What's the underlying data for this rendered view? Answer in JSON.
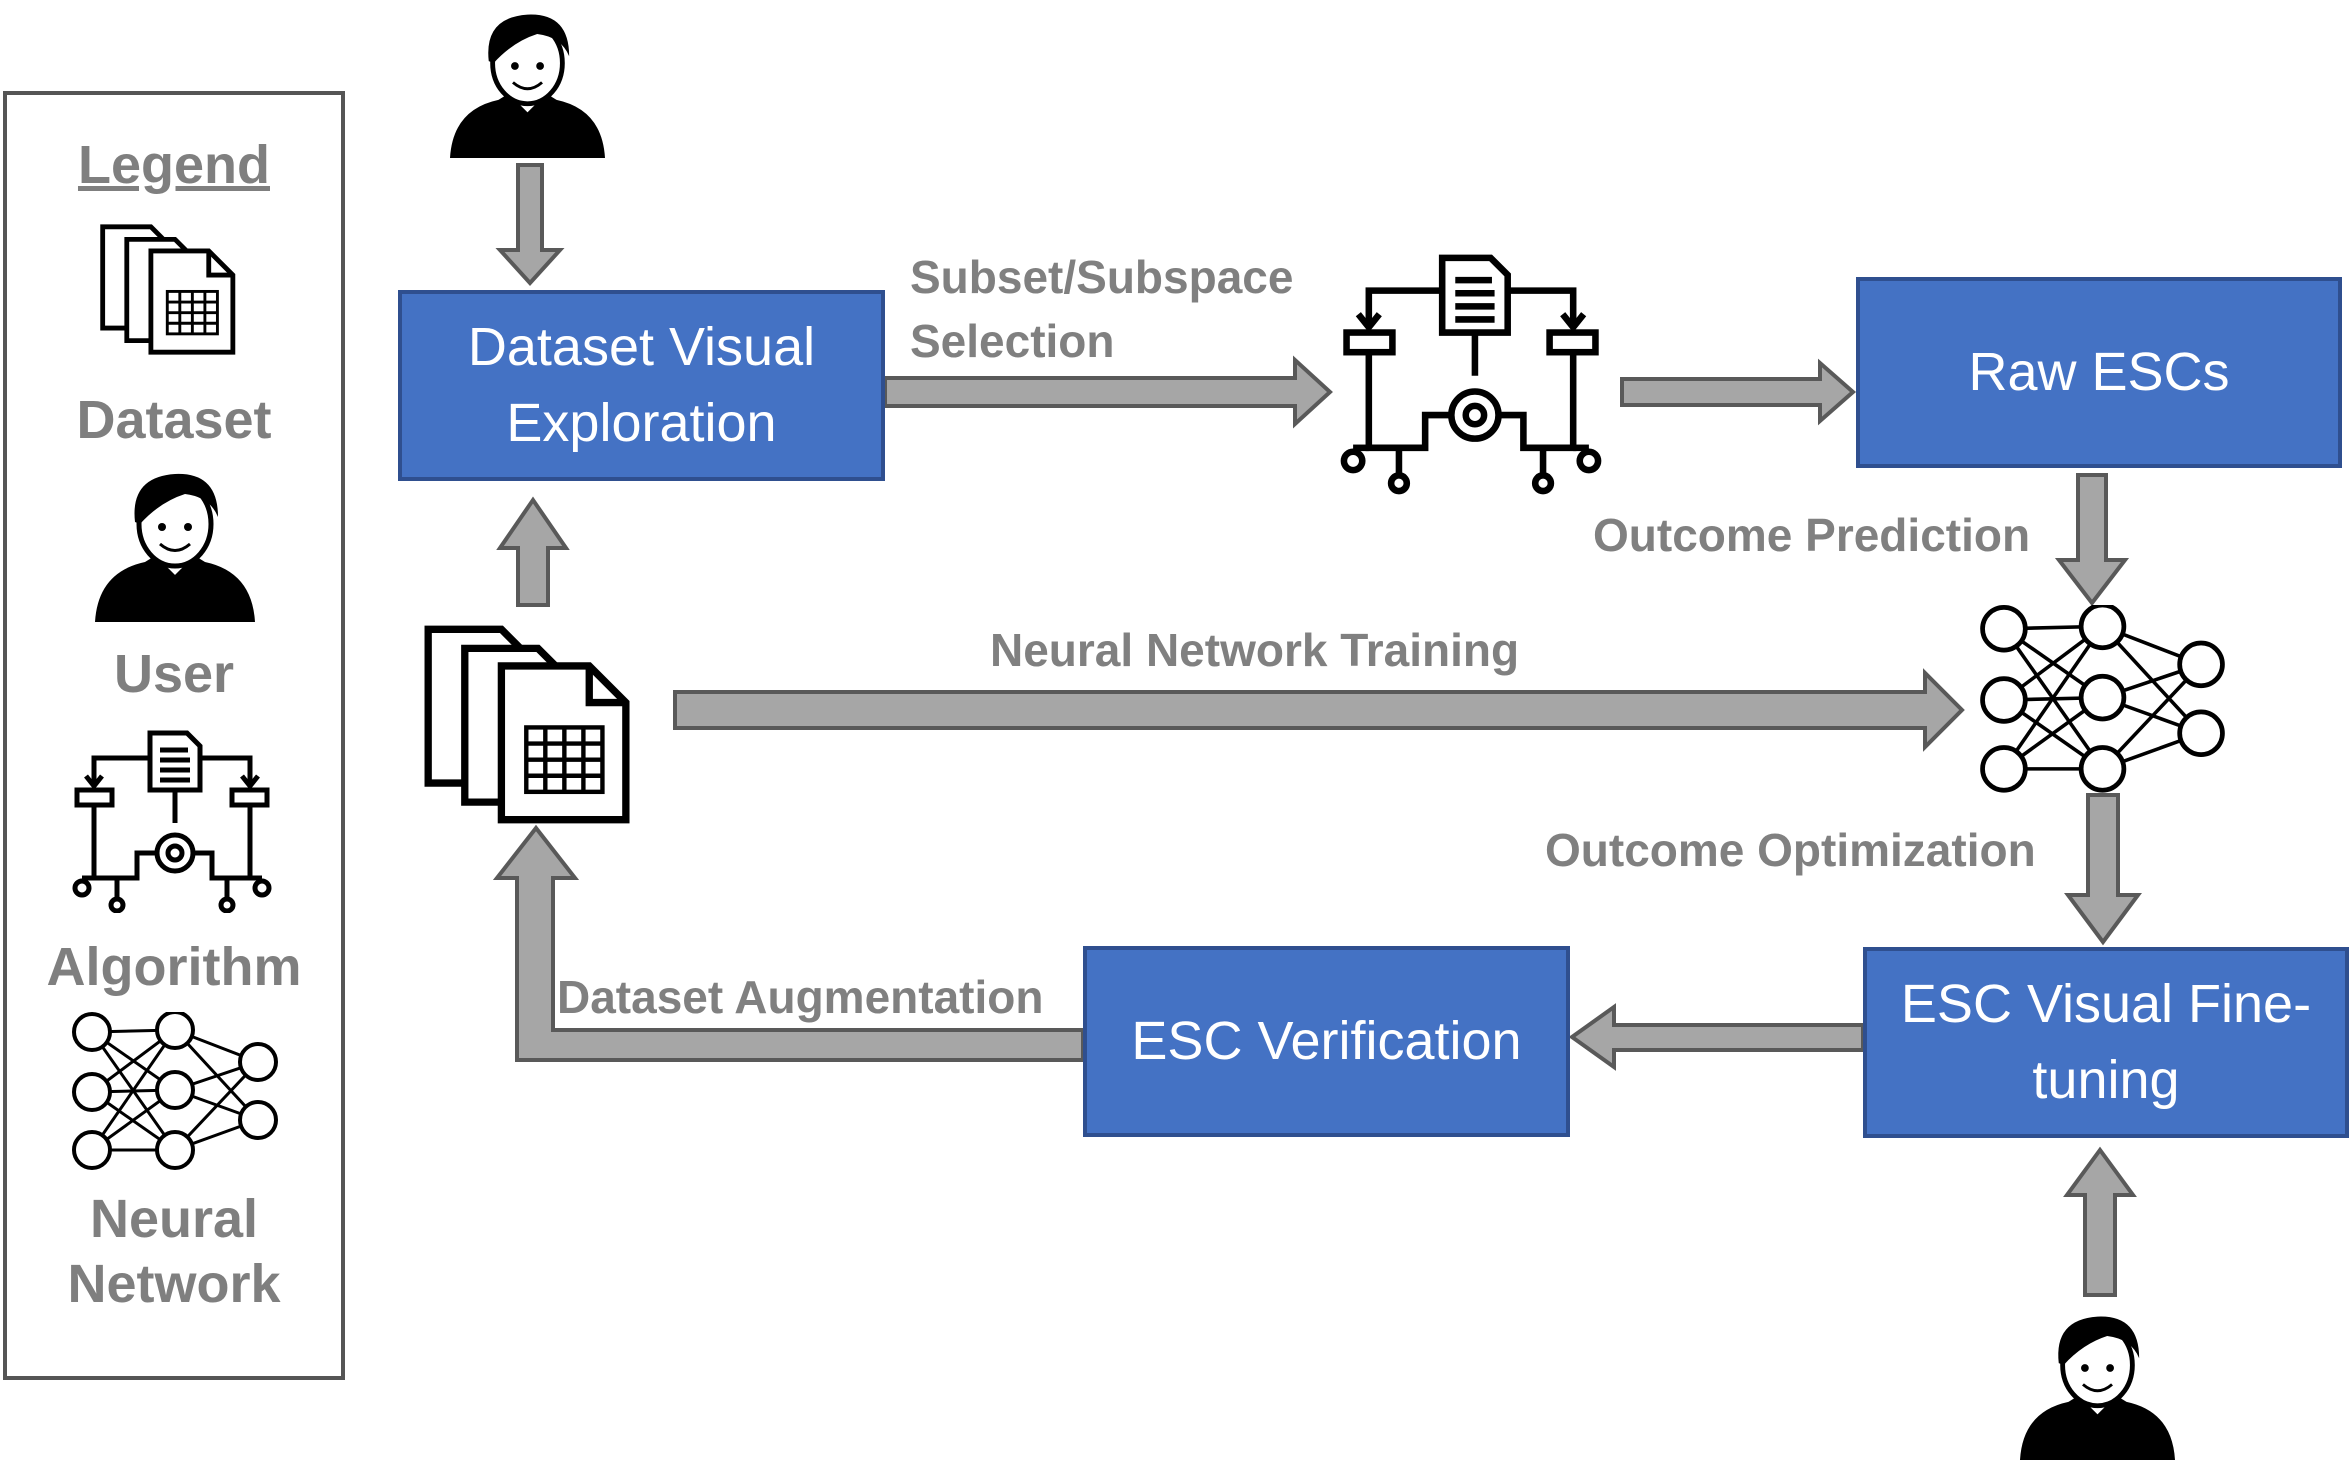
{
  "legend": {
    "title": "Legend",
    "items": [
      {
        "label": "Dataset",
        "icon": "dataset-icon"
      },
      {
        "label": "User",
        "icon": "user-icon"
      },
      {
        "label": "Algorithm",
        "icon": "algorithm-icon"
      },
      {
        "label": "Neural Network",
        "icon": "neural-network-icon"
      }
    ]
  },
  "nodes": {
    "dataset_visual_exploration": "Dataset Visual Exploration",
    "raw_escs": "Raw ESCs",
    "esc_visual_fine_tuning": "ESC Visual Fine-tuning",
    "esc_verification": "ESC Verification"
  },
  "edges": {
    "subset_selection": "Subset/Subspace Selection",
    "outcome_prediction": "Outcome Prediction",
    "neural_network_training": "Neural Network Training",
    "outcome_optimization": "Outcome Optimization",
    "dataset_augmentation": "Dataset Augmentation"
  },
  "colors": {
    "process_fill": "#4472c4",
    "process_border": "#2f4f8f",
    "arrow_fill": "#a6a6a6",
    "arrow_stroke": "#595959",
    "label_text": "#808080",
    "icon": "#000000"
  }
}
